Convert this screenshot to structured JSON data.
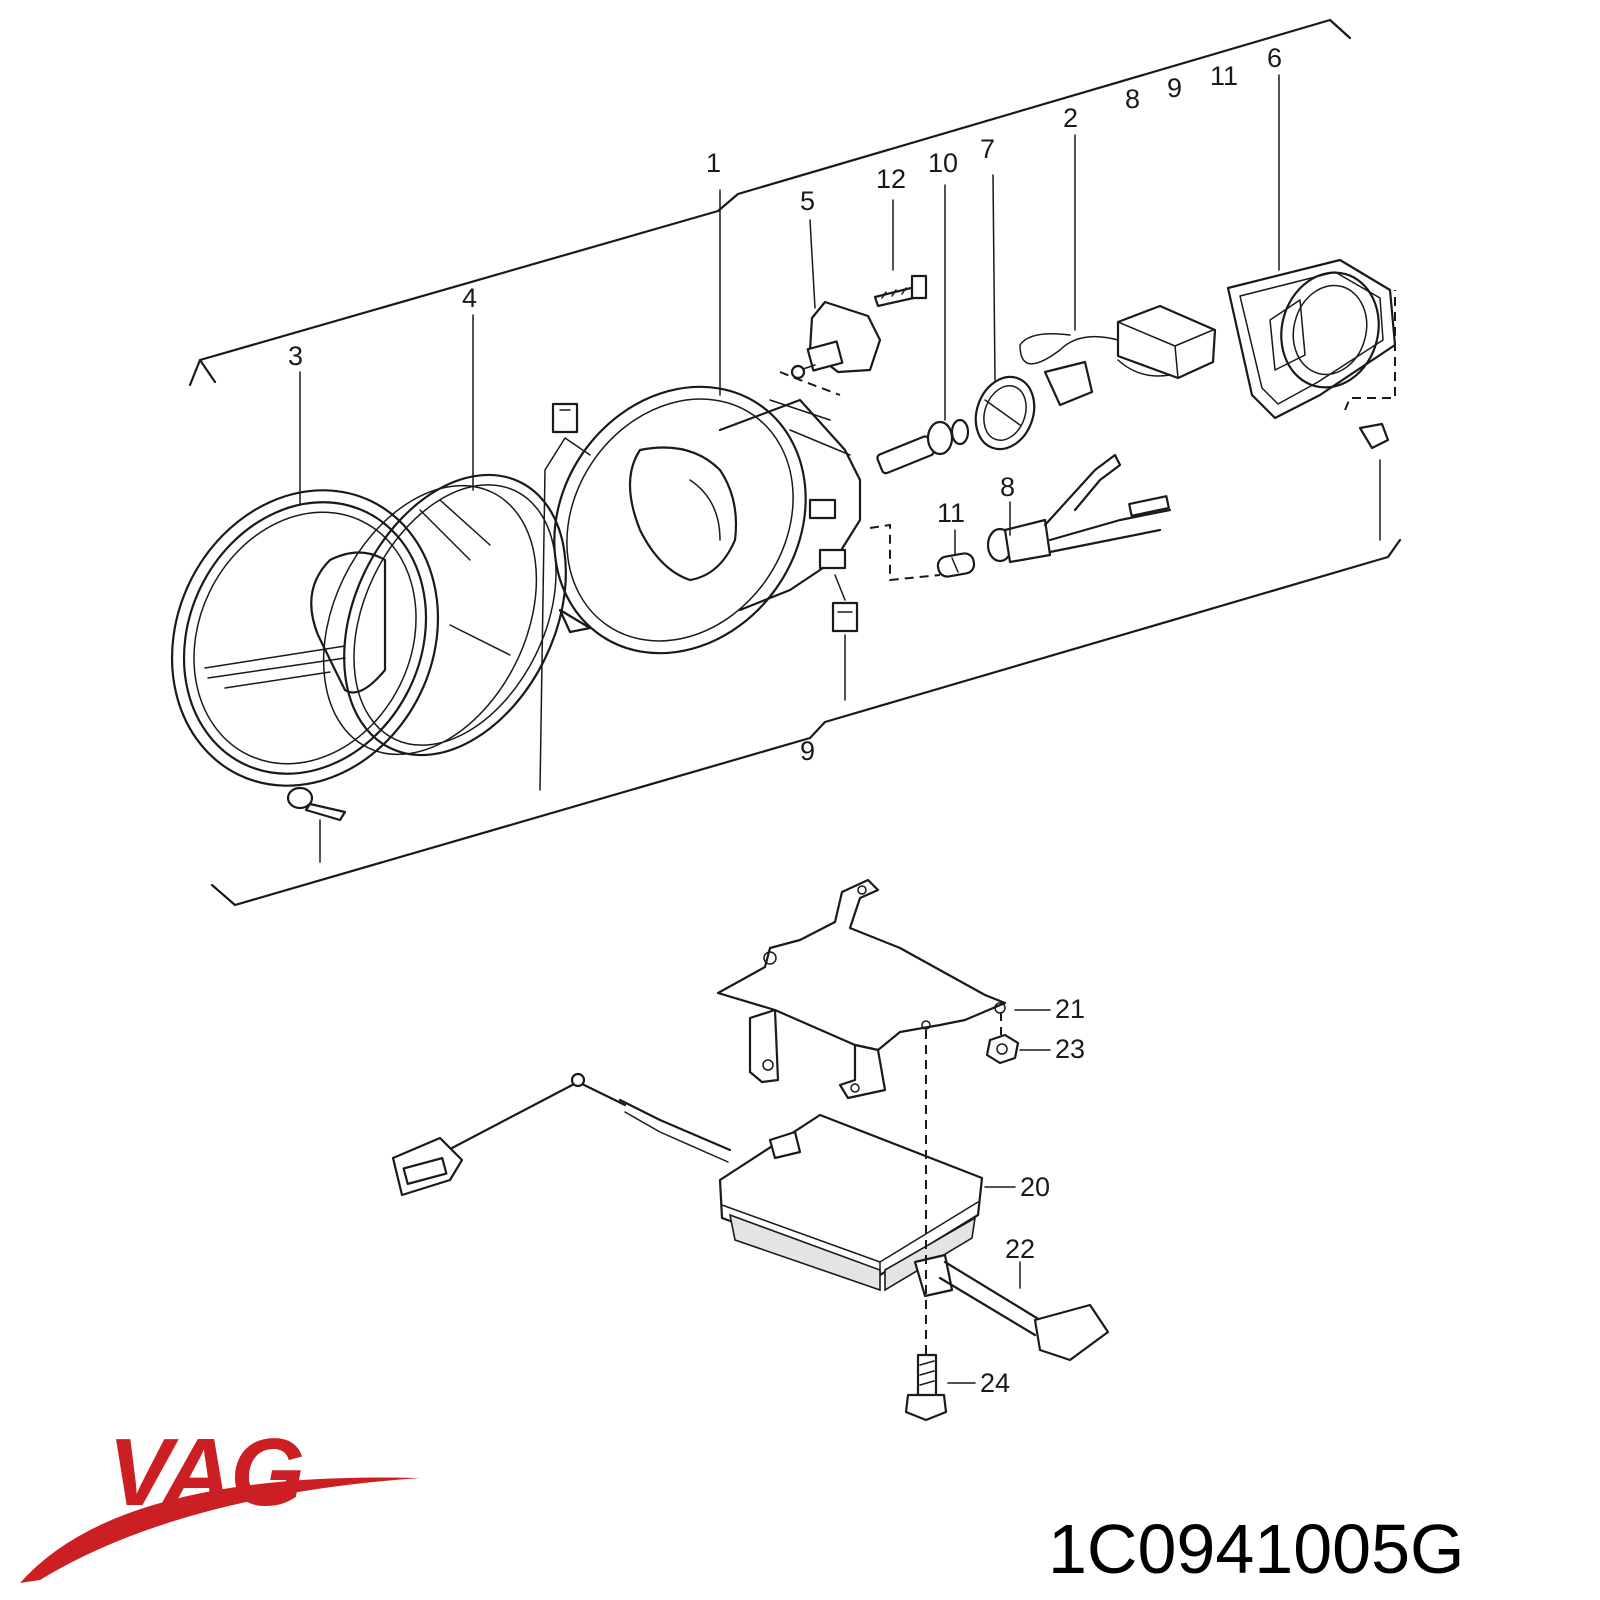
{
  "diagram": {
    "callouts": {
      "c1": "1",
      "c2": "2",
      "c3": "3",
      "c4": "4",
      "c5": "5",
      "c6": "6",
      "c7": "7",
      "c8a": "8",
      "c8b": "8",
      "c9a": "9",
      "c9b": "9",
      "c10": "10",
      "c11a": "11",
      "c11b": "11",
      "c12": "12",
      "c20": "20",
      "c21": "21",
      "c22": "22",
      "c23": "23",
      "c24": "24"
    }
  },
  "brand": {
    "logo_text": "VAG",
    "logo_color": "#cc1f24",
    "part_number": "1C0941005G"
  }
}
